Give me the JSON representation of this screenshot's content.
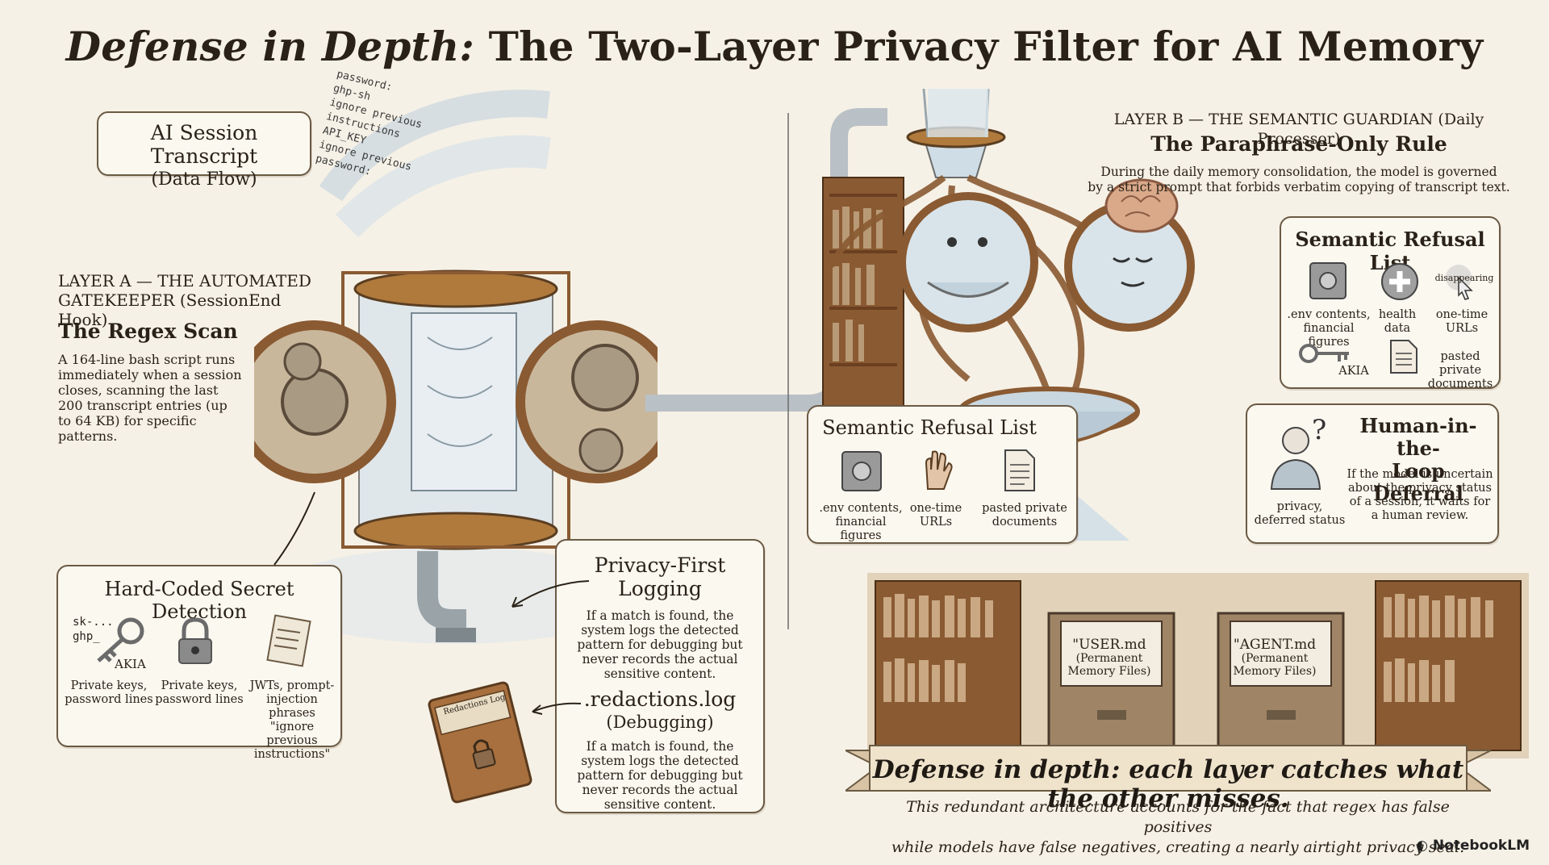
{
  "title_italic": "Defense in Depth:",
  "title_rest": " The Two-Layer Privacy Filter for AI Memory",
  "transcript": {
    "title": "AI Session Transcript",
    "subtitle": "(Data Flow)",
    "stream_lines": [
      "password:",
      "ghp-sh",
      "ignore previous",
      "instructions",
      "API_KEY",
      "ignore previous",
      "password:"
    ]
  },
  "layer_a": {
    "head_line1": "LAYER A — THE AUTOMATED",
    "head_line2": "GATEKEEPER (SessionEnd Hook)",
    "title": "The Regex Scan",
    "body": "A 164-line bash script runs immediately when a session closes, scanning the last 200 transcript entries (up to 64 KB) for specific patterns."
  },
  "secret_detection": {
    "title": "Hard-Coded Secret Detection",
    "key_tags": [
      "sk-...",
      "ghp_",
      "AKIA"
    ],
    "items": [
      {
        "icon": "key-icon",
        "label": "Private keys, password lines"
      },
      {
        "icon": "padlock-icon",
        "label": "Private keys, password lines"
      },
      {
        "icon": "scroll-icon",
        "label": "JWTs, prompt-injection phrases \"ignore previous instructions\""
      }
    ]
  },
  "privacy_logging": {
    "title_line1": "Privacy-First",
    "title_line2": "Logging",
    "body": "If a match is found, the system logs the detected pattern for debugging but never records the actual sensitive content."
  },
  "redactions": {
    "title": ".redactions.log",
    "subtitle": "(Debugging)",
    "body": "If a match is found, the system logs the detected pattern for debugging but never records the actual sensitive content.",
    "book_label": "Redactions Log"
  },
  "layer_b": {
    "head": "LAYER B — THE SEMANTIC GUARDIAN (Daily Processor)",
    "title": "The Paraphrase-Only Rule",
    "body_line1": "During the daily memory consolidation, the model is governed",
    "body_line2": "by a strict prompt that forbids verbatim copying of transcript text."
  },
  "refusal_right": {
    "title": "Semantic Refusal List",
    "items": [
      {
        "icon": "safe-icon",
        "label": ".env contents, financial figures"
      },
      {
        "icon": "health-cross-icon",
        "label": "health data"
      },
      {
        "icon": "cursor-icon",
        "label": "one-time URLs",
        "tag": "disappearing"
      },
      {
        "icon": "key-icon",
        "label": "AKIA"
      },
      {
        "icon": "document-icon",
        "label": "pasted private documents"
      }
    ]
  },
  "refusal_left": {
    "title": "Semantic Refusal List",
    "items": [
      {
        "icon": "safe-icon",
        "label": ".env contents, financial figures"
      },
      {
        "icon": "hand-icon",
        "label": "one-time URLs"
      },
      {
        "icon": "document-icon",
        "label": "pasted private documents"
      }
    ]
  },
  "human_loop": {
    "title_line1": "Human-in-the-",
    "title_line2": "Loop Deferral",
    "body": "If the model is uncertain about the privacy status of a session, it waits for a human review.",
    "figure_label": "privacy, deferred status"
  },
  "memory_files": [
    {
      "name": "\"USER.md",
      "sub": "(Permanent Memory Files)"
    },
    {
      "name": "\"AGENT.md",
      "sub": "(Permanent Memory Files)"
    }
  ],
  "banner": "Defense in depth: each layer catches what the other misses.",
  "caption_line1": "This redundant architecture accounts for the fact that regex has false positives",
  "caption_line2": "while models have false negatives, creating a nearly airtight privacy seal.",
  "brand": "NotebookLM",
  "colors": {
    "paper": "#f6f1e6",
    "ink": "#2a2218",
    "brass": "#b07a3c",
    "glass": "#cfdde6",
    "wood": "#8a5a32"
  }
}
